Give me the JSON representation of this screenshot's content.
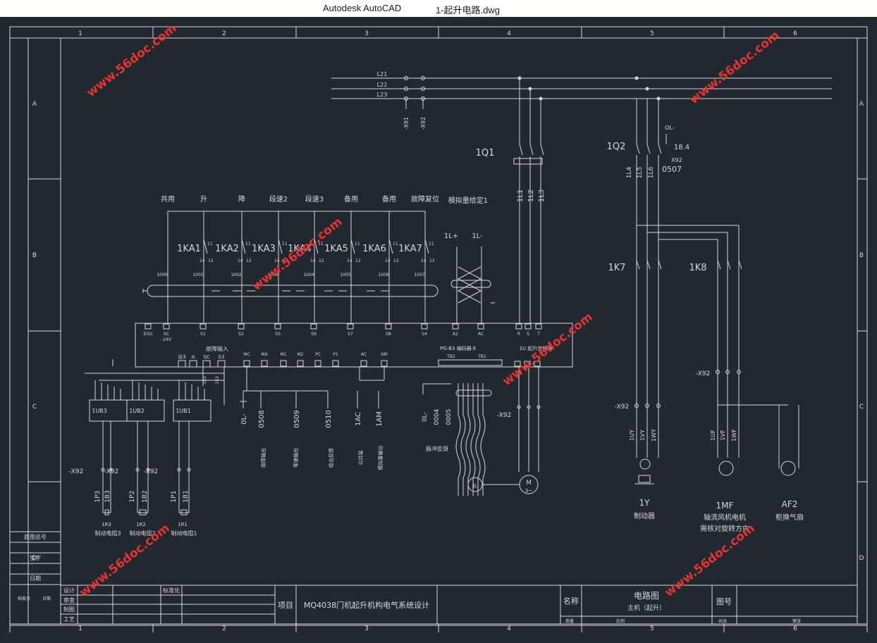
{
  "window": {
    "app_name": "Autodesk AutoCAD",
    "file_name": "1-起升电路.dwg"
  },
  "colors": {
    "background": "#212830",
    "line": "#d8d8d8",
    "watermark": "#e8322d"
  },
  "grid": {
    "columns": [
      "1",
      "2",
      "3",
      "4",
      "5",
      "6"
    ],
    "rows": [
      "A",
      "B",
      "C",
      "D"
    ]
  },
  "watermark": {
    "text": "www.56doc.com"
  },
  "relays": {
    "labels": [
      "共用",
      "升",
      "降",
      "段速2",
      "段速3",
      "备用",
      "备用",
      "故障复位"
    ],
    "analog_label": "模拟量给定1",
    "names": [
      "1KA1",
      "1KA2",
      "1KA3",
      "1KA4",
      "1KA5",
      "1KA6",
      "1KA7"
    ],
    "codes": [
      "1000",
      "1001",
      "1002",
      "1003",
      "1004",
      "1005",
      "1006",
      "1007"
    ],
    "contact_num": "11",
    "pin_a": "14",
    "pin_b": "12"
  },
  "power": {
    "lines": [
      "L21",
      "L22",
      "L23"
    ],
    "x_labels": [
      "-X91",
      "-X92"
    ],
    "breaker": "1Q1",
    "branches": [
      "1L1",
      "1L2",
      "1L3"
    ]
  },
  "analog": {
    "labels": [
      "1L+",
      "1L-"
    ]
  },
  "inverter": {
    "terminals": [
      "E(G)",
      "SC",
      "S1",
      "S2",
      "S5",
      "S6",
      "S7",
      "S8",
      "S4",
      "A2",
      "AC",
      "R",
      "S",
      "T"
    ],
    "sc_sub": "-24V",
    "fault_input": "故障输入",
    "pg_card": "PG-B3 编码器卡",
    "tb2": "TB2",
    "tb1": "TB1",
    "output": "1U 起升变频器",
    "out_terms": [
      "MC",
      "MA",
      "M1",
      "M2",
      "PC",
      "P1",
      "AC",
      "AM"
    ],
    "io_small": [
      "@3",
      "⊖",
      "SC",
      "S3"
    ],
    "io_vert": [
      "1S3",
      "1S3"
    ]
  },
  "outputs": {
    "wire_nums": [
      "0L-",
      "0508",
      "0509",
      "0510",
      "1AC",
      "1AM"
    ],
    "descs": [
      "故障输出",
      "零速输出",
      "给出反馈",
      "公共端",
      "模拟量输出"
    ],
    "encoder_nums": [
      "0L-",
      "0004",
      "0005"
    ],
    "pulse_feedback": "脉冲反馈",
    "x92": "-X92"
  },
  "braking": {
    "units": [
      "1UB3",
      "1UB2",
      "1UB1"
    ],
    "x92": "-X92",
    "wires": [
      [
        "1P3",
        "1B3"
      ],
      [
        "1P2",
        "1B2"
      ],
      [
        "1P1",
        "1B1"
      ]
    ],
    "resistors": [
      "1R3",
      "1R2",
      "1R1"
    ],
    "resistor_names": [
      "制动电阻3",
      "制动电阻2",
      "制动电阻1"
    ]
  },
  "right": {
    "breaker": "1Q2",
    "ol": "OL-",
    "setting": "18.4",
    "x92": "X92",
    "wire_num": "0507",
    "branches": [
      "1L4",
      "1L5",
      "1L6"
    ],
    "contactors": [
      "1K7",
      "1K8"
    ],
    "x92_label": "-X92",
    "brake_wires": [
      "1UY",
      "1VY",
      "1WY"
    ],
    "fan_wires": [
      "1UF",
      "1VF",
      "1WF"
    ],
    "loads": [
      {
        "name": "1Y",
        "desc": "制动器"
      },
      {
        "name": "1MF",
        "desc": "轴流风机电机",
        "desc2": "需核对旋转方向"
      },
      {
        "name": "AF2",
        "desc": "柜换气扇"
      }
    ]
  },
  "motor": {
    "label": "M",
    "phases": "3~",
    "encoder": "JL"
  },
  "title_block": {
    "design": "设计",
    "standard": "标准化",
    "review": "审查",
    "draw": "制图",
    "process": "工艺",
    "project_label": "项目",
    "project": "MQ4038门机起升机构电气系统设计",
    "name_label": "名称",
    "name": "电路图",
    "name_sub": "主机（起升）",
    "drawing_no_label": "图号",
    "weight": "质量",
    "scale": "比例",
    "sheets": "共张",
    "sheet": "第张",
    "left_labels": [
      "底图总号",
      "签字",
      "日期"
    ],
    "archive": [
      "档案员",
      "日期"
    ]
  }
}
